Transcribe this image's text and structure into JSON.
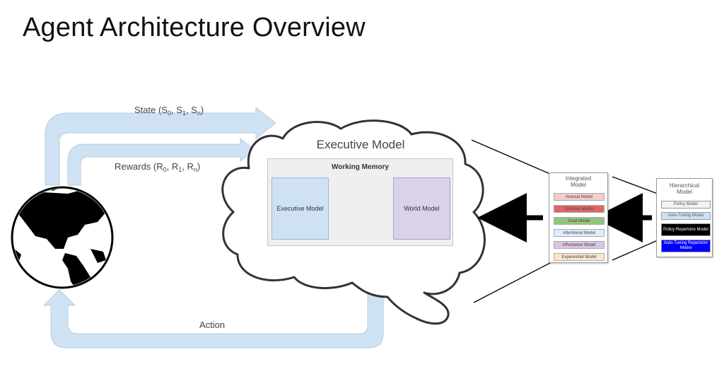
{
  "title": "Agent Architecture Overview",
  "arrows": {
    "state": {
      "label": "State (S",
      "subs": [
        "0",
        "1",
        "n"
      ]
    },
    "rewards": {
      "label": "Rewards (R",
      "subs": [
        "0",
        "1",
        "n"
      ]
    },
    "action": {
      "label": "Action"
    }
  },
  "executive": {
    "title": "Executive Model",
    "working_memory": "Working Memory",
    "left_model": "Executive Model",
    "right_model": "World Model"
  },
  "integrated": {
    "title_line1": "Integrated",
    "title_line2": "Model",
    "items": [
      {
        "label": "Arousal Model",
        "color": "#f4cccc"
      },
      {
        "label": "Emotive Model",
        "color": "#e06666"
      },
      {
        "label": "Goal Model",
        "color": "#93c47d"
      },
      {
        "label": "Attentional Model",
        "color": "#ddeeff"
      },
      {
        "label": "Affordance Model",
        "color": "#d9c6e6"
      },
      {
        "label": "Experiential Model",
        "color": "#fce5cd"
      }
    ]
  },
  "hierarchical": {
    "title_line1": "Hierarchical",
    "title_line2": "Model",
    "items": [
      {
        "label": "Policy Model",
        "color": "#f3f3f3",
        "text_color": "#555555"
      },
      {
        "label": "Auto-Tuning Model",
        "color": "#cfe2f3",
        "text_color": "#555555"
      },
      {
        "label": "Policy Repertoire Model",
        "color": "#000000",
        "text_color": "#ffffff"
      },
      {
        "label": "Auto-Tuning Repertoire Model",
        "color": "#0000ff",
        "text_color": "#ffffff"
      }
    ]
  },
  "colors": {
    "arrow_fill": "#cfe2f3",
    "arrow_stroke": "#b4cde6",
    "executive_box": "#cfe2f3",
    "world_box": "#d9d2e9",
    "working_memory_bg": "#efefef"
  }
}
